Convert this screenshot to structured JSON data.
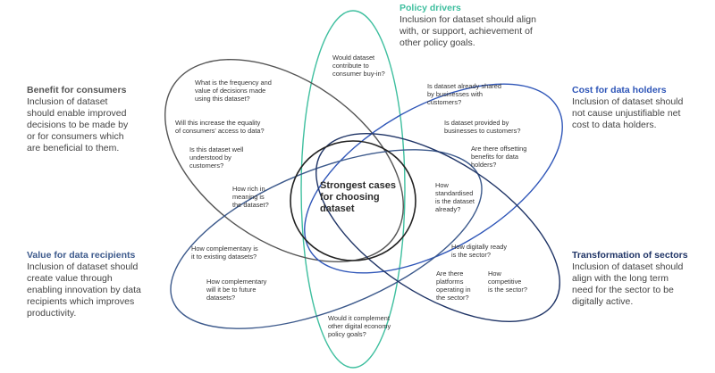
{
  "colors": {
    "policy": "#3fbf9f",
    "consumers": "#555555",
    "holders": "#2f56b8",
    "recipients": "#3d5a8c",
    "sectors": "#1f3466",
    "center": "#222222"
  },
  "center_label": "Strongest cases\nfor choosing\ndataset",
  "labels": {
    "policy": {
      "title": "Policy drivers",
      "body": "Inclusion for dataset should align\nwith, or support, achievement of\nother policy goals."
    },
    "consumers": {
      "title": "Benefit for consumers",
      "body": "Inclusion of dataset\nshould enable improved\ndecisions to be made by\nor for consumers which\nare beneficial to them."
    },
    "holders": {
      "title": "Cost for data holders",
      "body": "Inclusion of dataset should\nnot cause unjustifiable net\ncost to data holders."
    },
    "recipients": {
      "title": "Value for data recipients",
      "body": "Inclusion of dataset should\ncreate value through\nenabling innovation by data\nrecipients which improves\nproductivity."
    },
    "sectors": {
      "title": "Transformation of sectors",
      "body": "Inclusion of dataset should\nalign with the long term\nneed for the sector to be\ndigitally active."
    }
  },
  "questions": [
    "Would dataset\ncontribute to\nconsumer buy-in?",
    "What is the frequency and\nvalue of decisions made\nusing this dataset?",
    "Is dataset already shared\nby businesses with\ncustomers?",
    "Will this increase the equality\nof consumers' access to data?",
    "Is dataset provided by\nbusinesses to customers?",
    "Is this dataset well\nunderstood by\ncustomers?",
    "Are there offsetting\nbenefits for data\nholders?",
    "How rich in\nmeaning is\nthe dataset?",
    "How\nstandardised\nis the dataset\nalready?",
    "How complementary is\nit to existing datasets?",
    "How digitally ready\nis the sector?",
    "How complementary\nwill it be to future\ndatasets?",
    "Are there\nplatforms\noperating in\nthe sector?",
    "How\ncompetitive\nis the sector?",
    "Would it complement\nother digital economy\npolicy goals?"
  ]
}
